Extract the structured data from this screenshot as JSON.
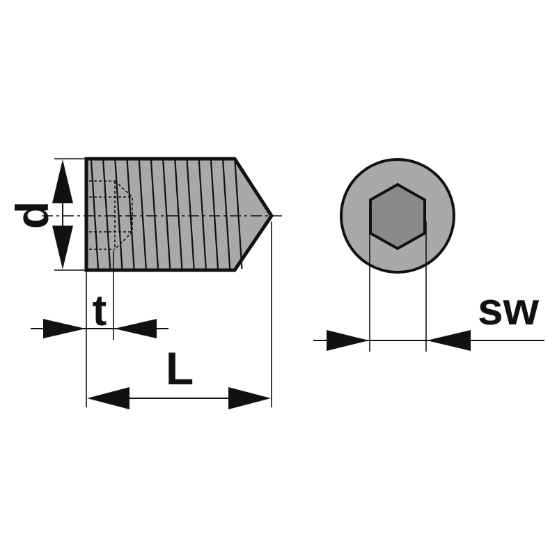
{
  "labels": {
    "diameter": "d",
    "hex_depth": "t",
    "length": "L",
    "hex_size": "sw"
  },
  "colors": {
    "outline": "#111111",
    "body_fill": "#a9a9a9",
    "hex_fill": "#8a8a8a",
    "background": "#ffffff"
  }
}
